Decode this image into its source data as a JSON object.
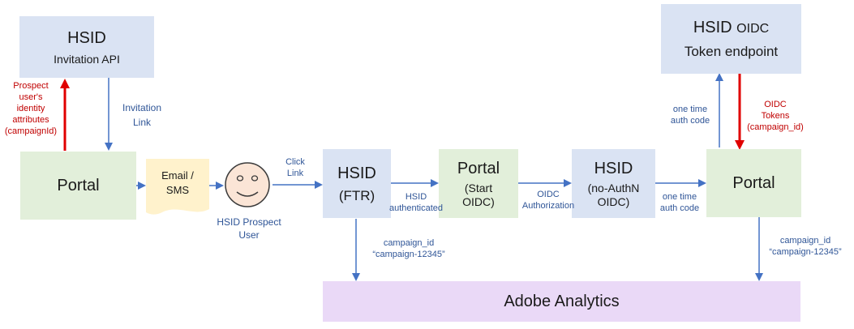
{
  "nodes": {
    "hsid_invitation": {
      "title": "HSID",
      "subtitle": "Invitation API"
    },
    "hsid_token": {
      "title": "HSID",
      "title_small": "OIDC",
      "subtitle": "Token endpoint"
    },
    "portal_left": {
      "title": "Portal"
    },
    "email_sms": {
      "line1": "Email /",
      "line2": "SMS"
    },
    "prospect_user": {
      "line1": "HSID Prospect",
      "line2": "User"
    },
    "hsid_ftr": {
      "line1": "HSID",
      "line2": "(FTR)"
    },
    "portal_start": {
      "title": "Portal",
      "line2": "(Start",
      "line3": "OIDC)"
    },
    "hsid_noauth": {
      "title": "HSID",
      "line2": "(no-AuthN",
      "line3": "OIDC)"
    },
    "portal_right": {
      "title": "Portal"
    },
    "adobe": {
      "title": "Adobe Analytics"
    }
  },
  "edges": {
    "prospect_attrs": [
      "Prospect",
      "user's",
      "identity",
      "attributes",
      "(campaignId)"
    ],
    "invitation_link": [
      "Invitation",
      "Link"
    ],
    "click_link": [
      "Click",
      "Link"
    ],
    "hsid_authenticated": [
      "HSID",
      "authenticated"
    ],
    "oidc_authorization": [
      "OIDC",
      "Authorization"
    ],
    "one_time_auth_code_mid": [
      "one time",
      "auth code"
    ],
    "one_time_auth_code_top": [
      "one time",
      "auth code"
    ],
    "oidc_tokens": [
      "OIDC",
      "Tokens",
      "(campaign_id)"
    ],
    "campaign_left": [
      "campaign_id",
      "“campaign-12345”"
    ],
    "campaign_right": [
      "campaign_id",
      "“campaign-12345”"
    ]
  },
  "colors": {
    "arrow_blue": "#4472c4",
    "arrow_red": "#e00000",
    "box_blue": "#dae3f3",
    "box_green": "#e2efda",
    "box_purple": "#ead9f7",
    "doc_yellow": "#fff2cc",
    "face_fill": "#fbe5d6"
  }
}
